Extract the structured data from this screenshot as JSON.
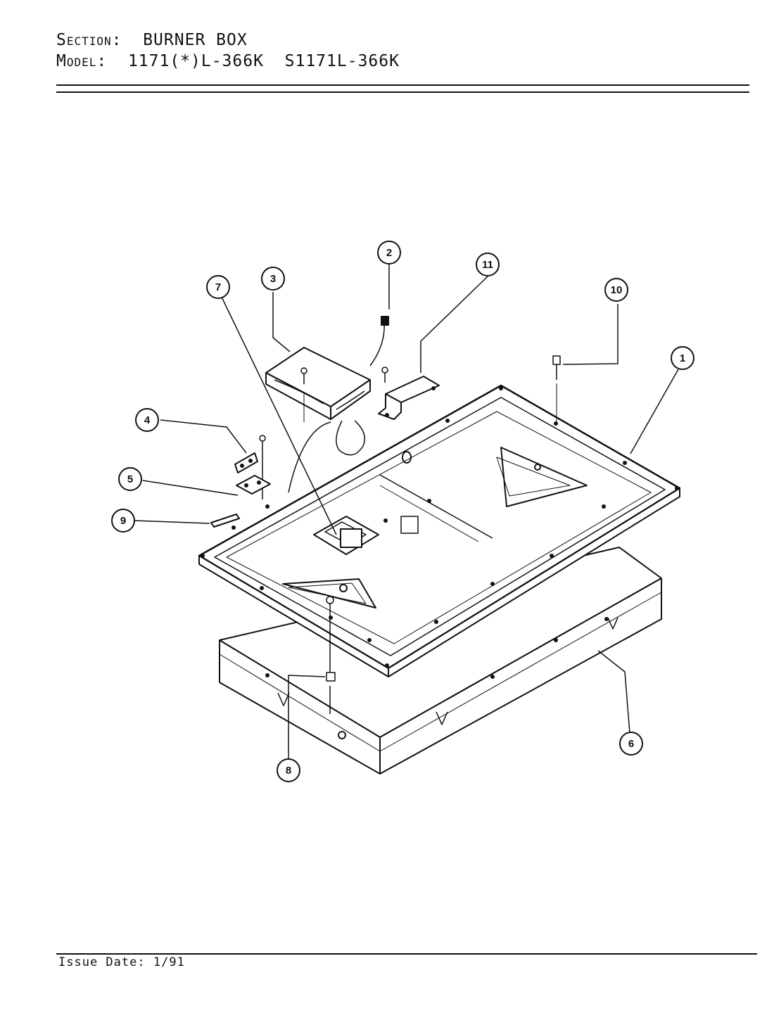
{
  "header": {
    "section_label": "Section:",
    "section_value": "BURNER BOX",
    "model_label": "Model:",
    "model_value": "1171(*)L-366K  S1171L-366K"
  },
  "footer": {
    "issue_date_label": "Issue Date:",
    "issue_date_value": "1/91"
  },
  "callouts": [
    "1",
    "2",
    "3",
    "4",
    "5",
    "6",
    "7",
    "8",
    "9",
    "10",
    "11"
  ]
}
